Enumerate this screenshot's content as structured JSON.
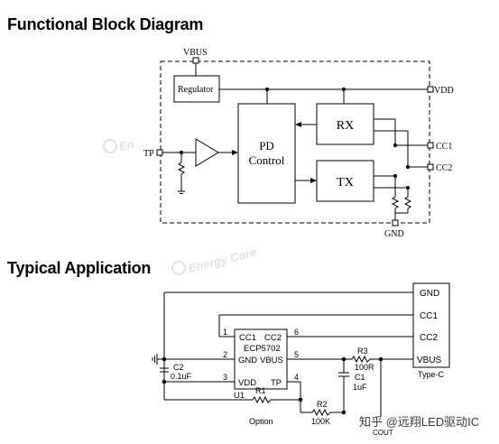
{
  "headings": {
    "block_diagram": "Functional Block Diagram",
    "typical_application": "Typical Application"
  },
  "block_diagram": {
    "vbus": "VBUS",
    "regulator": "Regulator",
    "vdd": "VDD",
    "pd_control_line1": "PD",
    "pd_control_line2": "Control",
    "rx": "RX",
    "tx": "TX",
    "cc1": "CC1",
    "cc2": "CC2",
    "tp": "TP",
    "gnd": "GND"
  },
  "typical_application": {
    "ic": {
      "part": "ECP5702",
      "designator": "U1",
      "pins_left": [
        "CC1",
        "GND",
        "VDD"
      ],
      "pins_right": [
        "CC2",
        "VBUS",
        "TP"
      ],
      "pin_numbers": [
        "1",
        "2",
        "3",
        "4",
        "5",
        "6"
      ]
    },
    "connector": {
      "name": "Type-C",
      "pins": [
        "GND",
        "CC1",
        "CC2",
        "VBUS"
      ]
    },
    "components": {
      "c2_ref": "C2",
      "c2_val": "0.1uF",
      "c1_ref": "C1",
      "c1_val": "1uF",
      "r1_ref": "R1",
      "r1_val": "Option",
      "r2_ref": "R2",
      "r2_val": "100K",
      "r3_ref": "R3",
      "r3_val": "100R",
      "cout": "COUT"
    }
  },
  "watermark": {
    "brand": "Energy Core",
    "brand_short": "En",
    "caption": "知乎 @远翔LED驱动IC"
  }
}
